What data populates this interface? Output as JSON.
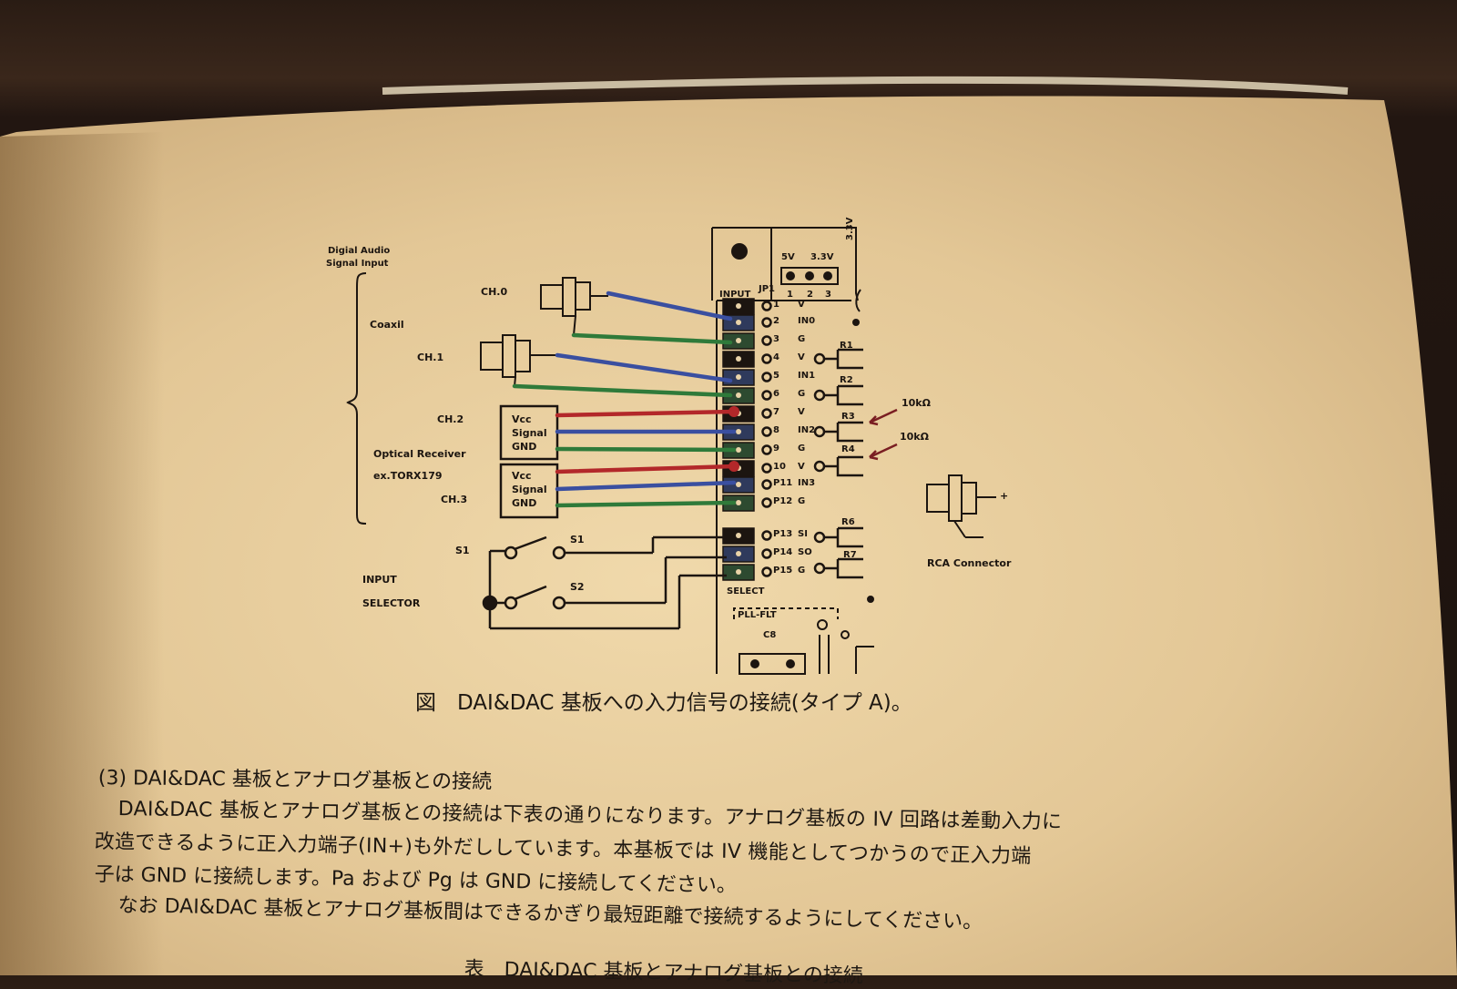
{
  "diagram": {
    "heading": [
      "Digial Audio",
      "Signal Input"
    ],
    "coaxial_label": "Coaxil",
    "ch0": "CH.0",
    "ch1": "CH.1",
    "ch2": "CH.2",
    "ch3": "CH.3",
    "optical_label": "Optical Receiver",
    "optical_example": "ex.TORX179",
    "receiver_pins": [
      "Vcc",
      "Signal",
      "GND"
    ],
    "s1": "S1",
    "s2": "S2",
    "input_selector": [
      "INPUT",
      "SELECTOR"
    ],
    "board_input": "INPUT",
    "jp1": "JP1",
    "jp_numbers": [
      "1",
      "2",
      "3"
    ],
    "voltages": [
      "5V",
      "3.3V",
      "3.3V"
    ],
    "pins": [
      {
        "num": "1",
        "name": "V"
      },
      {
        "num": "2",
        "name": "IN0"
      },
      {
        "num": "3",
        "name": "G"
      },
      {
        "num": "4",
        "name": "V"
      },
      {
        "num": "5",
        "name": "IN1"
      },
      {
        "num": "6",
        "name": "G"
      },
      {
        "num": "7",
        "name": "V"
      },
      {
        "num": "8",
        "name": "IN2"
      },
      {
        "num": "9",
        "name": "G"
      },
      {
        "num": "10",
        "name": "V"
      },
      {
        "num": "P11",
        "name": "IN3"
      },
      {
        "num": "P12",
        "name": "G"
      },
      {
        "num": "P13",
        "name": "SI"
      },
      {
        "num": "P14",
        "name": "SO"
      },
      {
        "num": "P15",
        "name": "G"
      }
    ],
    "resistors": [
      "R1",
      "R2",
      "R3",
      "R4",
      "R6",
      "R7"
    ],
    "resistor_value": "10kΩ",
    "select_label": "SELECT",
    "pll_label": "PLL-FLT",
    "c8_label": "C8",
    "rca_label": "RCA Connector",
    "plus_sign": "+"
  },
  "caption": "図　DAI&DAC 基板への入力信号の接続(タイプ A)。",
  "section_heading": "(3) DAI&DAC 基板とアナログ基板との接続",
  "paragraph_lines": [
    "DAI&DAC 基板とアナログ基板との接続は下表の通りになります。アナログ基板の IV 回路は差動入力に",
    "改造できるように正入力端子(IN+)も外だししています。本基板では IV 機能としてつかうので正入力端",
    "子は GND に接続します。Pa および Pg は GND に接続してください。",
    "なお DAI&DAC 基板とアナログ基板間はできるかぎり最短距離で接続するようにしてください。"
  ],
  "table_title": "表　DAI&DAC 基板とアナログ基板との接続",
  "colors": {
    "paper": "#e9d3a8",
    "wire_blue": "#3a4fa0",
    "wire_green": "#2f7a3a",
    "wire_red": "#b3282a",
    "ink": "#1c1510"
  }
}
